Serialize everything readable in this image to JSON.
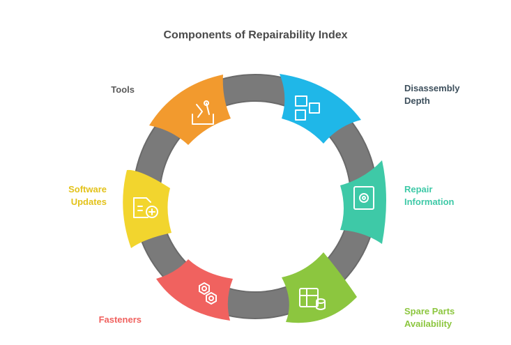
{
  "title": "Components of Repairability Index",
  "colors": {
    "ring": "#7a7a7a",
    "ring_stroke": "#6a6a6a",
    "tools": "#f29a2e",
    "disassembly": "#1fb7e8",
    "repair": "#3ec9a7",
    "spare": "#8cc63f",
    "fasteners": "#f0625f",
    "software": "#f2d52e"
  },
  "components": [
    {
      "key": "tools",
      "label": "Tools",
      "icon": "toolbox-icon",
      "color": "#f29a2e",
      "text_color": "#5a5a5a"
    },
    {
      "key": "disassembly",
      "label": "Disassembly\nDepth",
      "icon": "puzzle-icon",
      "color": "#1fb7e8",
      "text_color": "#3d4f5c"
    },
    {
      "key": "repair",
      "label": "Repair\nInformation",
      "icon": "manual-gear-icon",
      "color": "#3ec9a7",
      "text_color": "#3ec9a7"
    },
    {
      "key": "spare",
      "label": "Spare Parts\nAvailability",
      "icon": "inventory-icon",
      "color": "#8cc63f",
      "text_color": "#8cc63f"
    },
    {
      "key": "fasteners",
      "label": "Fasteners",
      "icon": "hex-nuts-icon",
      "color": "#f0625f",
      "text_color": "#f0625f"
    },
    {
      "key": "software",
      "label": "Software\nUpdates",
      "icon": "software-update-icon",
      "color": "#f2d52e",
      "text_color": "#e3c21a"
    }
  ]
}
